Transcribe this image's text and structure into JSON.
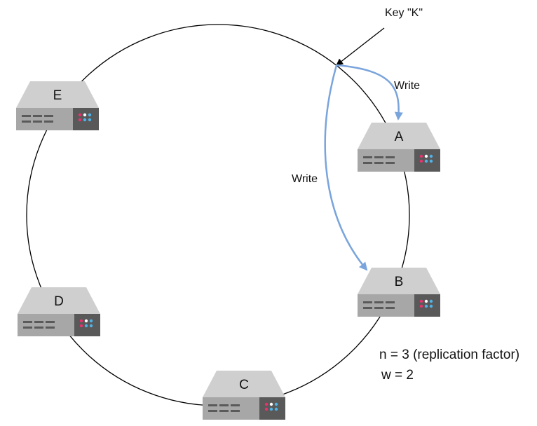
{
  "key_label": "Key \"K\"",
  "write_labels": [
    "Write",
    "Write"
  ],
  "nodes": [
    {
      "name": "A"
    },
    {
      "name": "B"
    },
    {
      "name": "C"
    },
    {
      "name": "D"
    },
    {
      "name": "E"
    }
  ],
  "notes": {
    "replication": "n = 3 (replication factor)",
    "write_quorum": "w = 2"
  },
  "colors": {
    "ring": "#000000",
    "write_arrow": "#7aa4dc",
    "server_top": "#cfcfcf",
    "server_front": "#a7a7a7",
    "server_panel": "#595959"
  }
}
